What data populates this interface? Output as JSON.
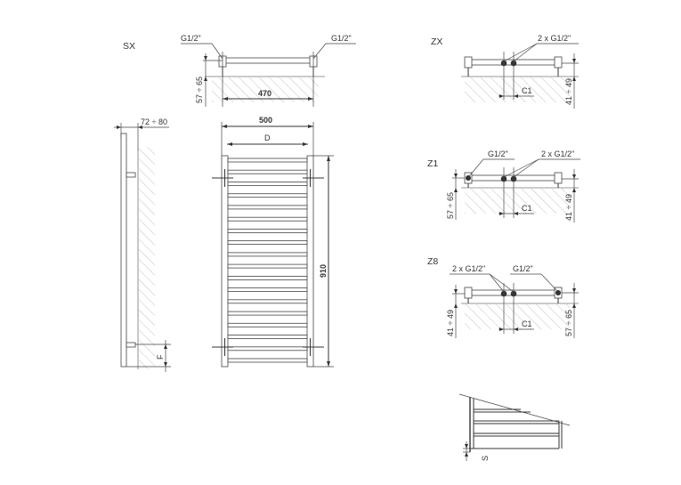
{
  "views": {
    "sx": "SX",
    "zx": "ZX",
    "z1": "Z1",
    "z8": "Z8"
  },
  "sx_top": {
    "conn_left": "G1/2\"",
    "conn_right": "G1/2\"",
    "wall_gap": "57 ÷ 65",
    "axis_spacing": "470"
  },
  "front": {
    "total_width": "500",
    "d_label": "D",
    "height": "910"
  },
  "side": {
    "depth": "72 ÷ 80",
    "f_label": "F"
  },
  "zx": {
    "conn": "2 x G1/2\"",
    "c1": "C1",
    "wall_gap": "41 ÷ 49"
  },
  "z1": {
    "conn_single": "G1/2\"",
    "conn_double": "2 x G1/2\"",
    "c1": "C1",
    "wall_gap_left": "57 ÷ 65",
    "wall_gap_right": "41 ÷ 49"
  },
  "z8": {
    "conn_double": "2 x G1/2\"",
    "conn_single": "G1/2\"",
    "c1": "C1",
    "wall_gap_left": "41 ÷ 49",
    "wall_gap_right": "57 ÷ 65"
  },
  "detail": {
    "s_label": "S"
  }
}
